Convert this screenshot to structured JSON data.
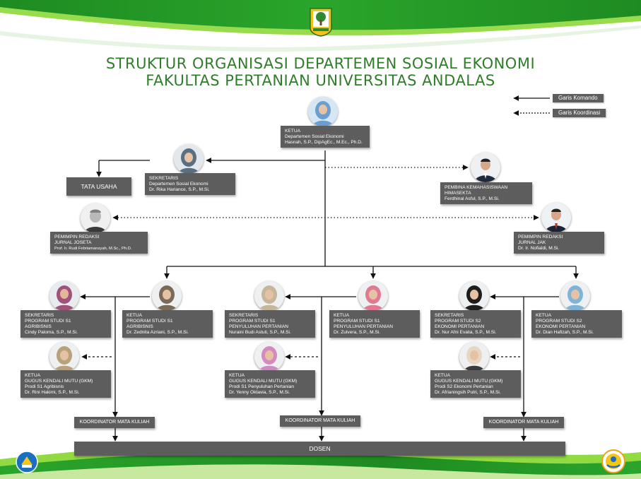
{
  "title": {
    "line1": "STRUKTUR ORGANISASI DEPARTEMEN SOSIAL EKONOMI",
    "line2": "FAKULTAS PERTANIAN UNIVERSITAS ANDALAS"
  },
  "legend": {
    "command": "Garis Komando",
    "coordination": "Garis Koordinasi"
  },
  "colors": {
    "title": "#2f7d2a",
    "box": "#5d5d5d",
    "green_dark": "#1f8a1f",
    "green_light": "#7ed321"
  },
  "icons": {
    "top_logo": "university-emblem-icon",
    "bottom_left": "ministry-logo-icon",
    "bottom_right": "accreditation-badge-icon"
  },
  "ketua": {
    "role": "KETUA",
    "lines": [
      "Departemen Sosial Ekonomi"
    ],
    "name": "Hasnah, S.P., DipAgEc., M.Ec., Ph.D."
  },
  "sekretaris": {
    "role": "SEKRETARIS",
    "lines": [
      "Departemen Sosial Ekonomi"
    ],
    "name": "Dr. Rika Hariance, S.P., M.Si."
  },
  "tata_usaha": {
    "label": "TATA USAHA"
  },
  "pembina": {
    "role": "PEMBINA KEMAHASISWAAN",
    "lines": [
      "HIMASEKTA"
    ],
    "name": "Ferdhinal Asful, S.P., M.Si."
  },
  "redaksi_joseta": {
    "role": "PEMIMPIN REDAKSI",
    "lines": [
      "JURNAL JOSETA"
    ],
    "name": "Prof. Ir. Rudi Febriamansyah, M.Sc., Ph.D."
  },
  "redaksi_jak": {
    "role": "PEMIMPIN REDAKSI",
    "lines": [
      "JURNAL JAK"
    ],
    "name": "Dr. Ir. Nofialdi, M.Si."
  },
  "sek_s1_agri": {
    "role": "SEKRETARIS",
    "lines": [
      "PROGRAM STUDI S1",
      "AGRIBISNIS"
    ],
    "name": "Cindy Paloma, S.P., M.Si."
  },
  "ketua_s1_agri": {
    "role": "KETUA",
    "lines": [
      "PROGRAM STUDI S1",
      "AGRIBISNIS"
    ],
    "name": "Dr. Zednita Azriani, S.P., M.Si."
  },
  "sek_s1_pp": {
    "role": "SEKRETARIS",
    "lines": [
      "PROGRAM STUDI S1",
      "PENYULUHAN PERTANIAN"
    ],
    "name": "Nuraini Budi Astuti, S.P., M.Si."
  },
  "ketua_s1_pp": {
    "role": "KETUA",
    "lines": [
      "PROGRAM STUDI S1",
      "PENYULUHAN PERTANIAN"
    ],
    "name": "Dr. Zulvera, S.P., M.Si."
  },
  "sek_s2_ep": {
    "role": "SEKRETARIS",
    "lines": [
      "PROGRAM STUDI S2",
      "EKONOMI PERTANIAN"
    ],
    "name": "Dr. Nur Afni Evalia, S.P., M.Si."
  },
  "ketua_s2_ep": {
    "role": "KETUA",
    "lines": [
      "PROGRAM STUDI S2",
      "EKONOMI PERTANIAN"
    ],
    "name": "Dr. Dian Hafizah, S.P., M.Si."
  },
  "gkm_agri": {
    "role": "KETUA",
    "lines": [
      "GUGUS KENDALI MUTU (GKM)",
      "Prodi S1 Agribisnis"
    ],
    "name": "Dr. Rini Hakimi, S.P., M.Si."
  },
  "gkm_pp": {
    "role": "KETUA",
    "lines": [
      "GUGUS KENDALI MUTU (GKM)",
      "Prodi S1 Penyuluhan Pertanian"
    ],
    "name": "Dr. Yenny Oktavia, S.P., M.Si."
  },
  "gkm_ep": {
    "role": "KETUA",
    "lines": [
      "GUGUS KENDALI MUTU (GKM)",
      "Prodi S2 Ekonomi Pertanian"
    ],
    "name": "Dr. Afrianingsih Putri, S.P., M.Si."
  },
  "koordinator": {
    "label": "KOORDINATOR MATA KULIAH"
  },
  "dosen": {
    "label": "DOSEN"
  }
}
